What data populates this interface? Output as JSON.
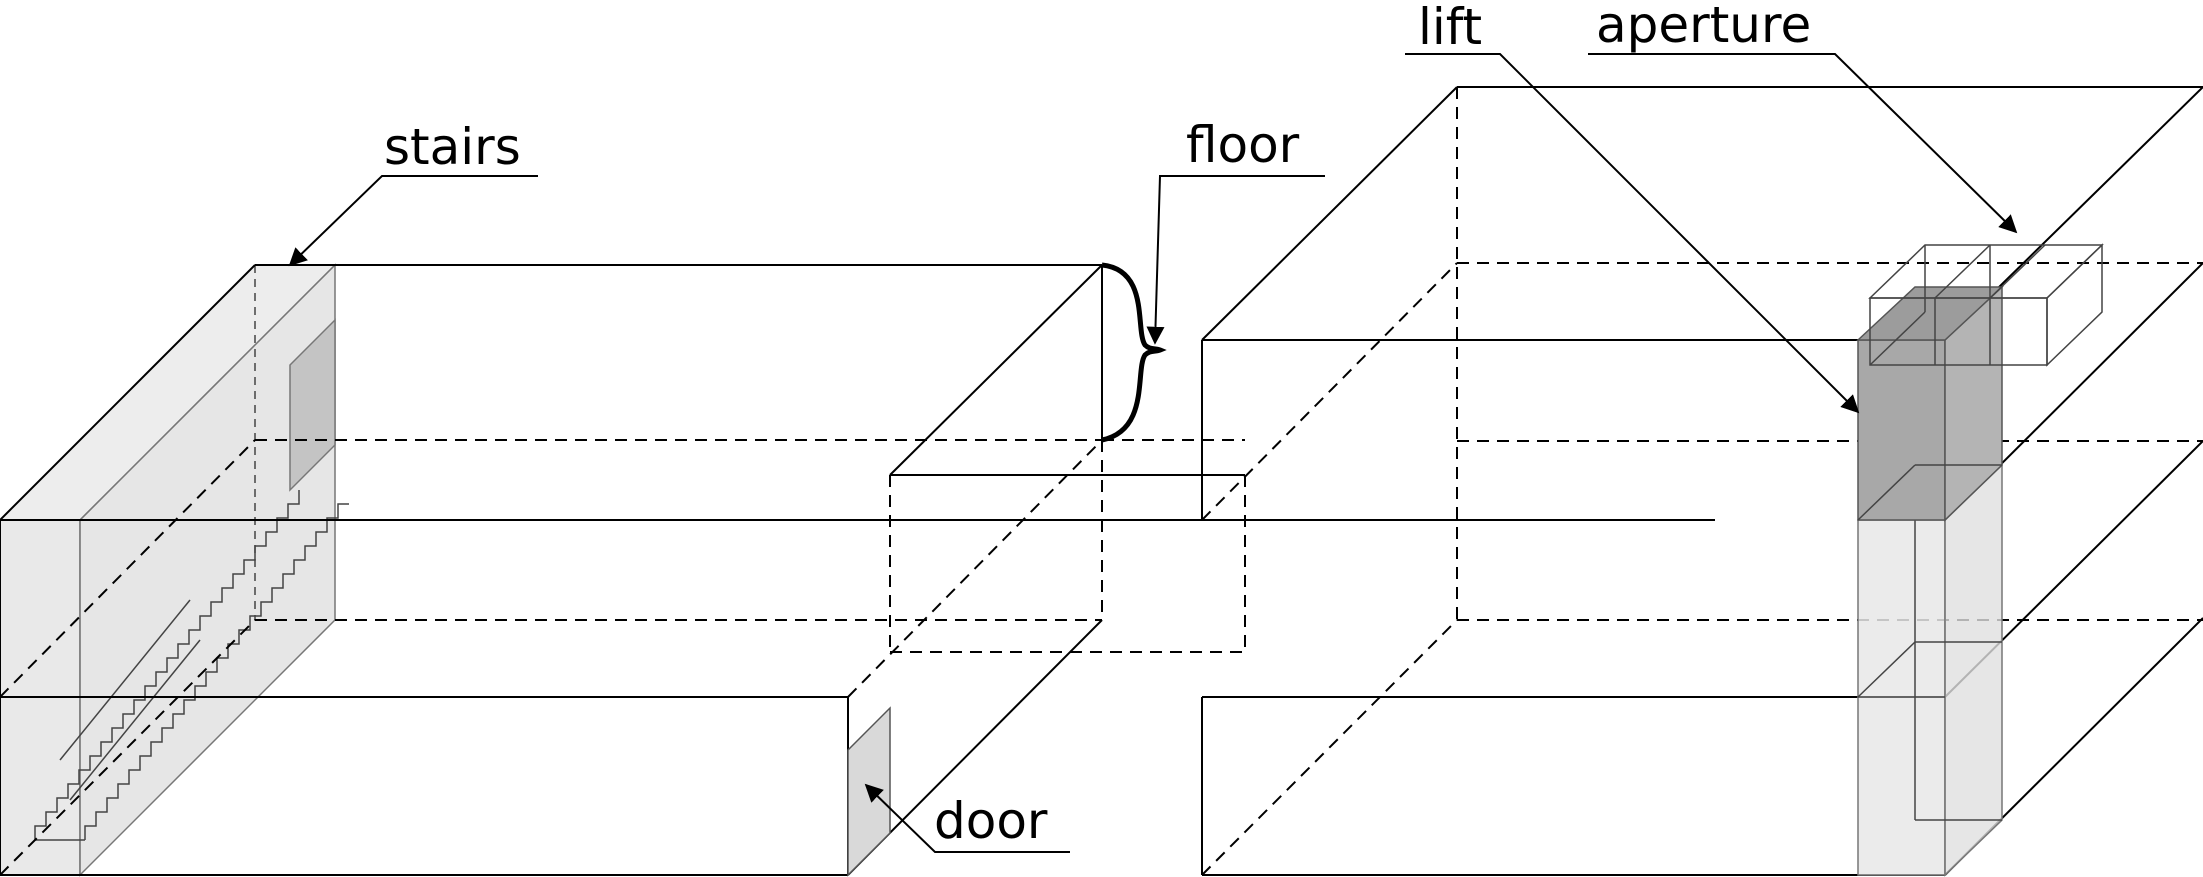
{
  "labels": {
    "stairs": "stairs",
    "floor": "floor",
    "lift": "lift",
    "aperture": "aperture",
    "door": "door"
  },
  "colors": {
    "line": "#000000",
    "stair_panel": "#e6e6e6",
    "lift_dark": "#a8a8a8",
    "lift_light": "#e8e8e8",
    "door_fill": "#d9d9d9"
  }
}
